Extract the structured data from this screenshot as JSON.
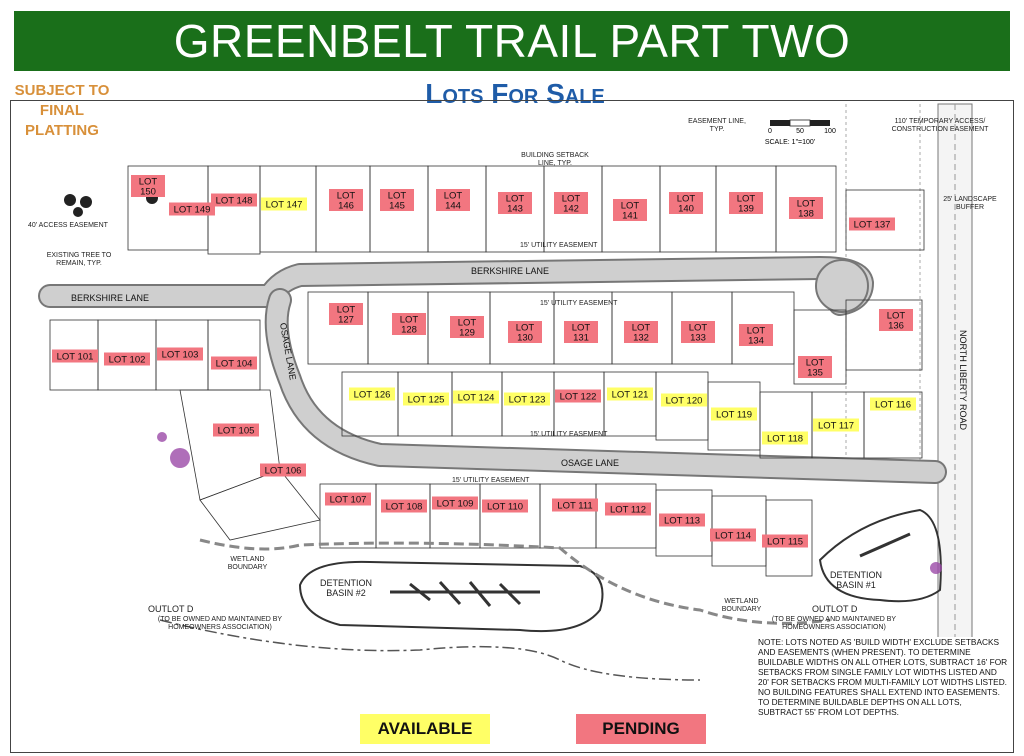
{
  "header": {
    "title": "GREENBELT TRAIL PART TWO",
    "subtitle": "Lots For Sale",
    "note_lines": [
      "SUBJECT TO",
      "FINAL",
      "PLATTING"
    ]
  },
  "colors": {
    "banner": "#1a6f1a",
    "available": "#ffff66",
    "pending": "#f27680",
    "subtitle": "#1f5ca8",
    "subject_note": "#d8903a"
  },
  "legend": {
    "available_label": "AVAILABLE",
    "pending_label": "PENDING"
  },
  "streets": {
    "berkshire_north": "BERKSHIRE LANE",
    "berkshire_west": "BERKSHIRE LANE",
    "osage_vertical": "OSAGE LANE",
    "osage_horizontal": "OSAGE LANE",
    "north_liberty": "NORTH LIBERTY ROAD"
  },
  "lots": [
    {
      "label": "LOT 150",
      "status": "pending"
    },
    {
      "label": "LOT 149",
      "status": "pending"
    },
    {
      "label": "LOT 148",
      "status": "pending"
    },
    {
      "label": "LOT 147",
      "status": "available"
    },
    {
      "label": "LOT 146",
      "status": "pending"
    },
    {
      "label": "LOT 145",
      "status": "pending"
    },
    {
      "label": "LOT 144",
      "status": "pending"
    },
    {
      "label": "LOT 143",
      "status": "pending"
    },
    {
      "label": "LOT 142",
      "status": "pending"
    },
    {
      "label": "LOT 141",
      "status": "pending"
    },
    {
      "label": "LOT 140",
      "status": "pending"
    },
    {
      "label": "LOT 139",
      "status": "pending"
    },
    {
      "label": "LOT 138",
      "status": "pending"
    },
    {
      "label": "LOT 137",
      "status": "pending"
    },
    {
      "label": "LOT 136",
      "status": "pending"
    },
    {
      "label": "LOT 135",
      "status": "pending"
    },
    {
      "label": "LOT 134",
      "status": "pending"
    },
    {
      "label": "LOT 133",
      "status": "pending"
    },
    {
      "label": "LOT 132",
      "status": "pending"
    },
    {
      "label": "LOT 131",
      "status": "pending"
    },
    {
      "label": "LOT 130",
      "status": "pending"
    },
    {
      "label": "LOT 129",
      "status": "pending"
    },
    {
      "label": "LOT 128",
      "status": "pending"
    },
    {
      "label": "LOT 127",
      "status": "pending"
    },
    {
      "label": "LOT 126",
      "status": "available"
    },
    {
      "label": "LOT 125",
      "status": "available"
    },
    {
      "label": "LOT 124",
      "status": "available"
    },
    {
      "label": "LOT 123",
      "status": "available"
    },
    {
      "label": "LOT 122",
      "status": "pending"
    },
    {
      "label": "LOT 121",
      "status": "available"
    },
    {
      "label": "LOT 120",
      "status": "available"
    },
    {
      "label": "LOT 119",
      "status": "available"
    },
    {
      "label": "LOT 118",
      "status": "available"
    },
    {
      "label": "LOT 117",
      "status": "available"
    },
    {
      "label": "LOT 116",
      "status": "available"
    },
    {
      "label": "LOT 101",
      "status": "pending"
    },
    {
      "label": "LOT 102",
      "status": "pending"
    },
    {
      "label": "LOT 103",
      "status": "pending"
    },
    {
      "label": "LOT 104",
      "status": "pending"
    },
    {
      "label": "LOT 105",
      "status": "pending"
    },
    {
      "label": "LOT 106",
      "status": "pending"
    },
    {
      "label": "LOT 107",
      "status": "pending"
    },
    {
      "label": "LOT 108",
      "status": "pending"
    },
    {
      "label": "LOT 109",
      "status": "pending"
    },
    {
      "label": "LOT 110",
      "status": "pending"
    },
    {
      "label": "LOT 111",
      "status": "pending"
    },
    {
      "label": "LOT 112",
      "status": "pending"
    },
    {
      "label": "LOT 113",
      "status": "pending"
    },
    {
      "label": "LOT 114",
      "status": "pending"
    },
    {
      "label": "LOT 115",
      "status": "pending"
    }
  ],
  "annotations": {
    "utility_easement_15": "15' UTILITY EASEMENT",
    "detention_basin_1": "DETENTION BASIN #1",
    "detention_basin_2": "DETENTION BASIN #2",
    "outlot_d": "OUTLOT D",
    "outlot_d_note": "(TO BE OWNED AND MAINTAINED BY HOMEOWNERS ASSOCIATION)",
    "wetland_boundary": "WETLAND BOUNDARY",
    "access_easement": "40' ACCESS EASEMENT",
    "existing_tree": "EXISTING TREE TO REMAIN, TYP.",
    "temporary_access": "110' TEMPORARY ACCESS/ CONSTRUCTION EASEMENT",
    "landscape_buffer": "25' LANDSCAPE BUFFER",
    "scale": "SCALE: 1\"=100'",
    "scale_ticks": [
      "0",
      "50",
      "100"
    ],
    "building_setback": "BUILDING SETBACK LINE, TYP.",
    "easement_line": "EASEMENT LINE, TYP."
  },
  "note": "NOTE: LOTS NOTED AS 'BUILD WIDTH' EXCLUDE SETBACKS AND EASEMENTS (WHEN PRESENT). TO DETERMINE BUILDABLE WIDTHS ON ALL OTHER LOTS, SUBTRACT 16' FOR SETBACKS FROM SINGLE FAMILY LOT WIDTHS LISTED AND 20' FOR SETBACKS FROM MULTI-FAMILY LOT WIDTHS LISTED. NO BUILDING FEATURES SHALL EXTEND INTO EASEMENTS. TO DETERMINE BUILDABLE DEPTHS ON ALL LOTS, SUBTRACT 55' FROM LOT DEPTHS."
}
